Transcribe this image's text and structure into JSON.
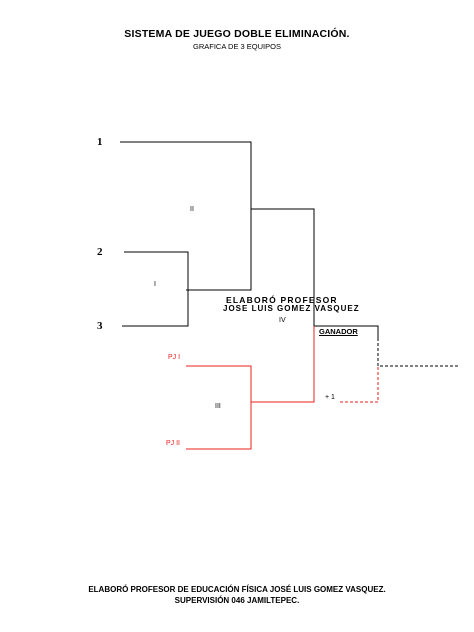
{
  "header": {
    "title": "SISTEMA DE JUEGO DOBLE ELIMINACIÓN.",
    "subtitle": "GRAFICA DE 3 EQUIPOS"
  },
  "bracket": {
    "seeds": [
      "1",
      "2",
      "3"
    ],
    "rounds": {
      "r1": "I",
      "r2": "II",
      "r3": "III",
      "r4": "IV"
    },
    "losers": {
      "first": "PJ I",
      "second": "PJ II"
    },
    "winner_label": "GANADOR",
    "plus_one": "+ 1",
    "credit_line1": "ELABORÓ PROFESOR",
    "credit_line2": "JOSE LUIS GOMEZ VASQUEZ"
  },
  "footer": {
    "line1": "ELABORÓ PROFESOR DE EDUCACIÓN FÍSICA JOSÉ LUIS GOMEZ VASQUEZ.",
    "line2": "SUPERVISIÓN 046 JAMILTEPEC."
  },
  "colors": {
    "lines": "#000000",
    "losers": "#e8221d"
  }
}
